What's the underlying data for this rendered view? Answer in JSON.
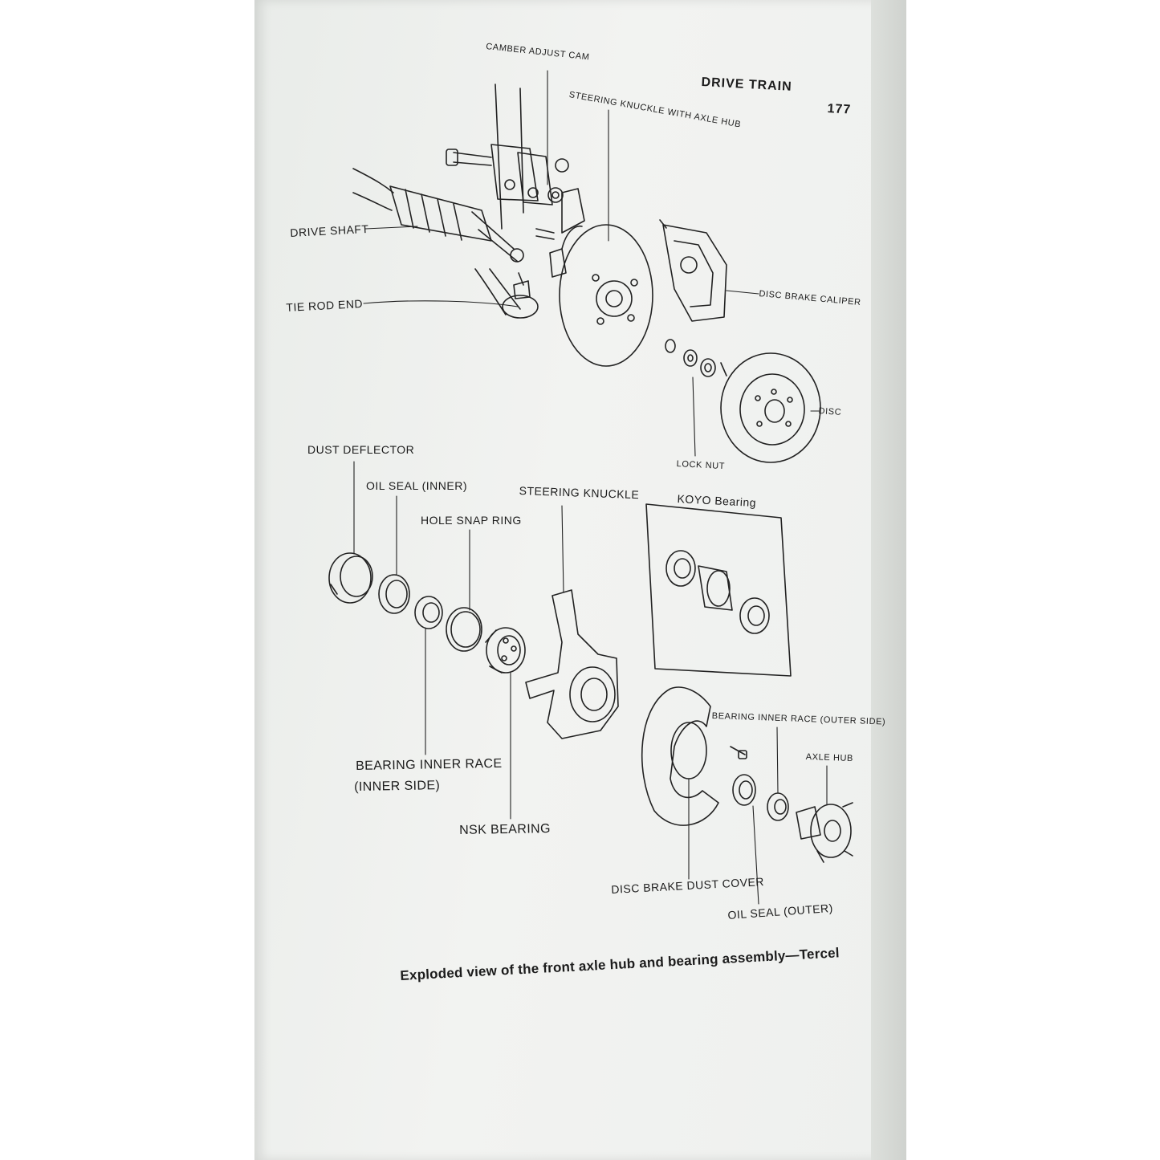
{
  "header": {
    "section": "DRIVE TRAIN",
    "page_number": "177"
  },
  "upper_diagram": {
    "labels": {
      "camber_adjust_cam": "CAMBER ADJUST CAM",
      "steering_knuckle_with_axle_hub": "STEERING KNUCKLE WITH AXLE HUB",
      "drive_shaft": "DRIVE SHAFT",
      "tie_rod_end": "TIE ROD END",
      "disc_brake_caliper": "DISC BRAKE CALIPER",
      "disc": "DISC",
      "lock_nut": "LOCK NUT"
    }
  },
  "lower_diagram": {
    "labels": {
      "dust_deflector": "DUST DEFLECTOR",
      "oil_seal_inner": "OIL SEAL (INNER)",
      "hole_snap_ring": "HOLE SNAP RING",
      "steering_knuckle": "STEERING KNUCKLE",
      "koyo_bearing": "KOYO Bearing",
      "bearing_inner_race_inner_line1": "BEARING INNER RACE",
      "bearing_inner_race_inner_line2": "(INNER SIDE)",
      "nsk_bearing": "NSK BEARING",
      "bearing_inner_race_outer_side": "BEARING INNER RACE (OUTER SIDE)",
      "axle_hub": "AXLE HUB",
      "disc_brake_dust_cover": "DISC BRAKE DUST COVER",
      "oil_seal_outer": "OIL SEAL (OUTER)"
    }
  },
  "caption": "Exploded view of the front axle hub and bearing assembly—Tercel"
}
